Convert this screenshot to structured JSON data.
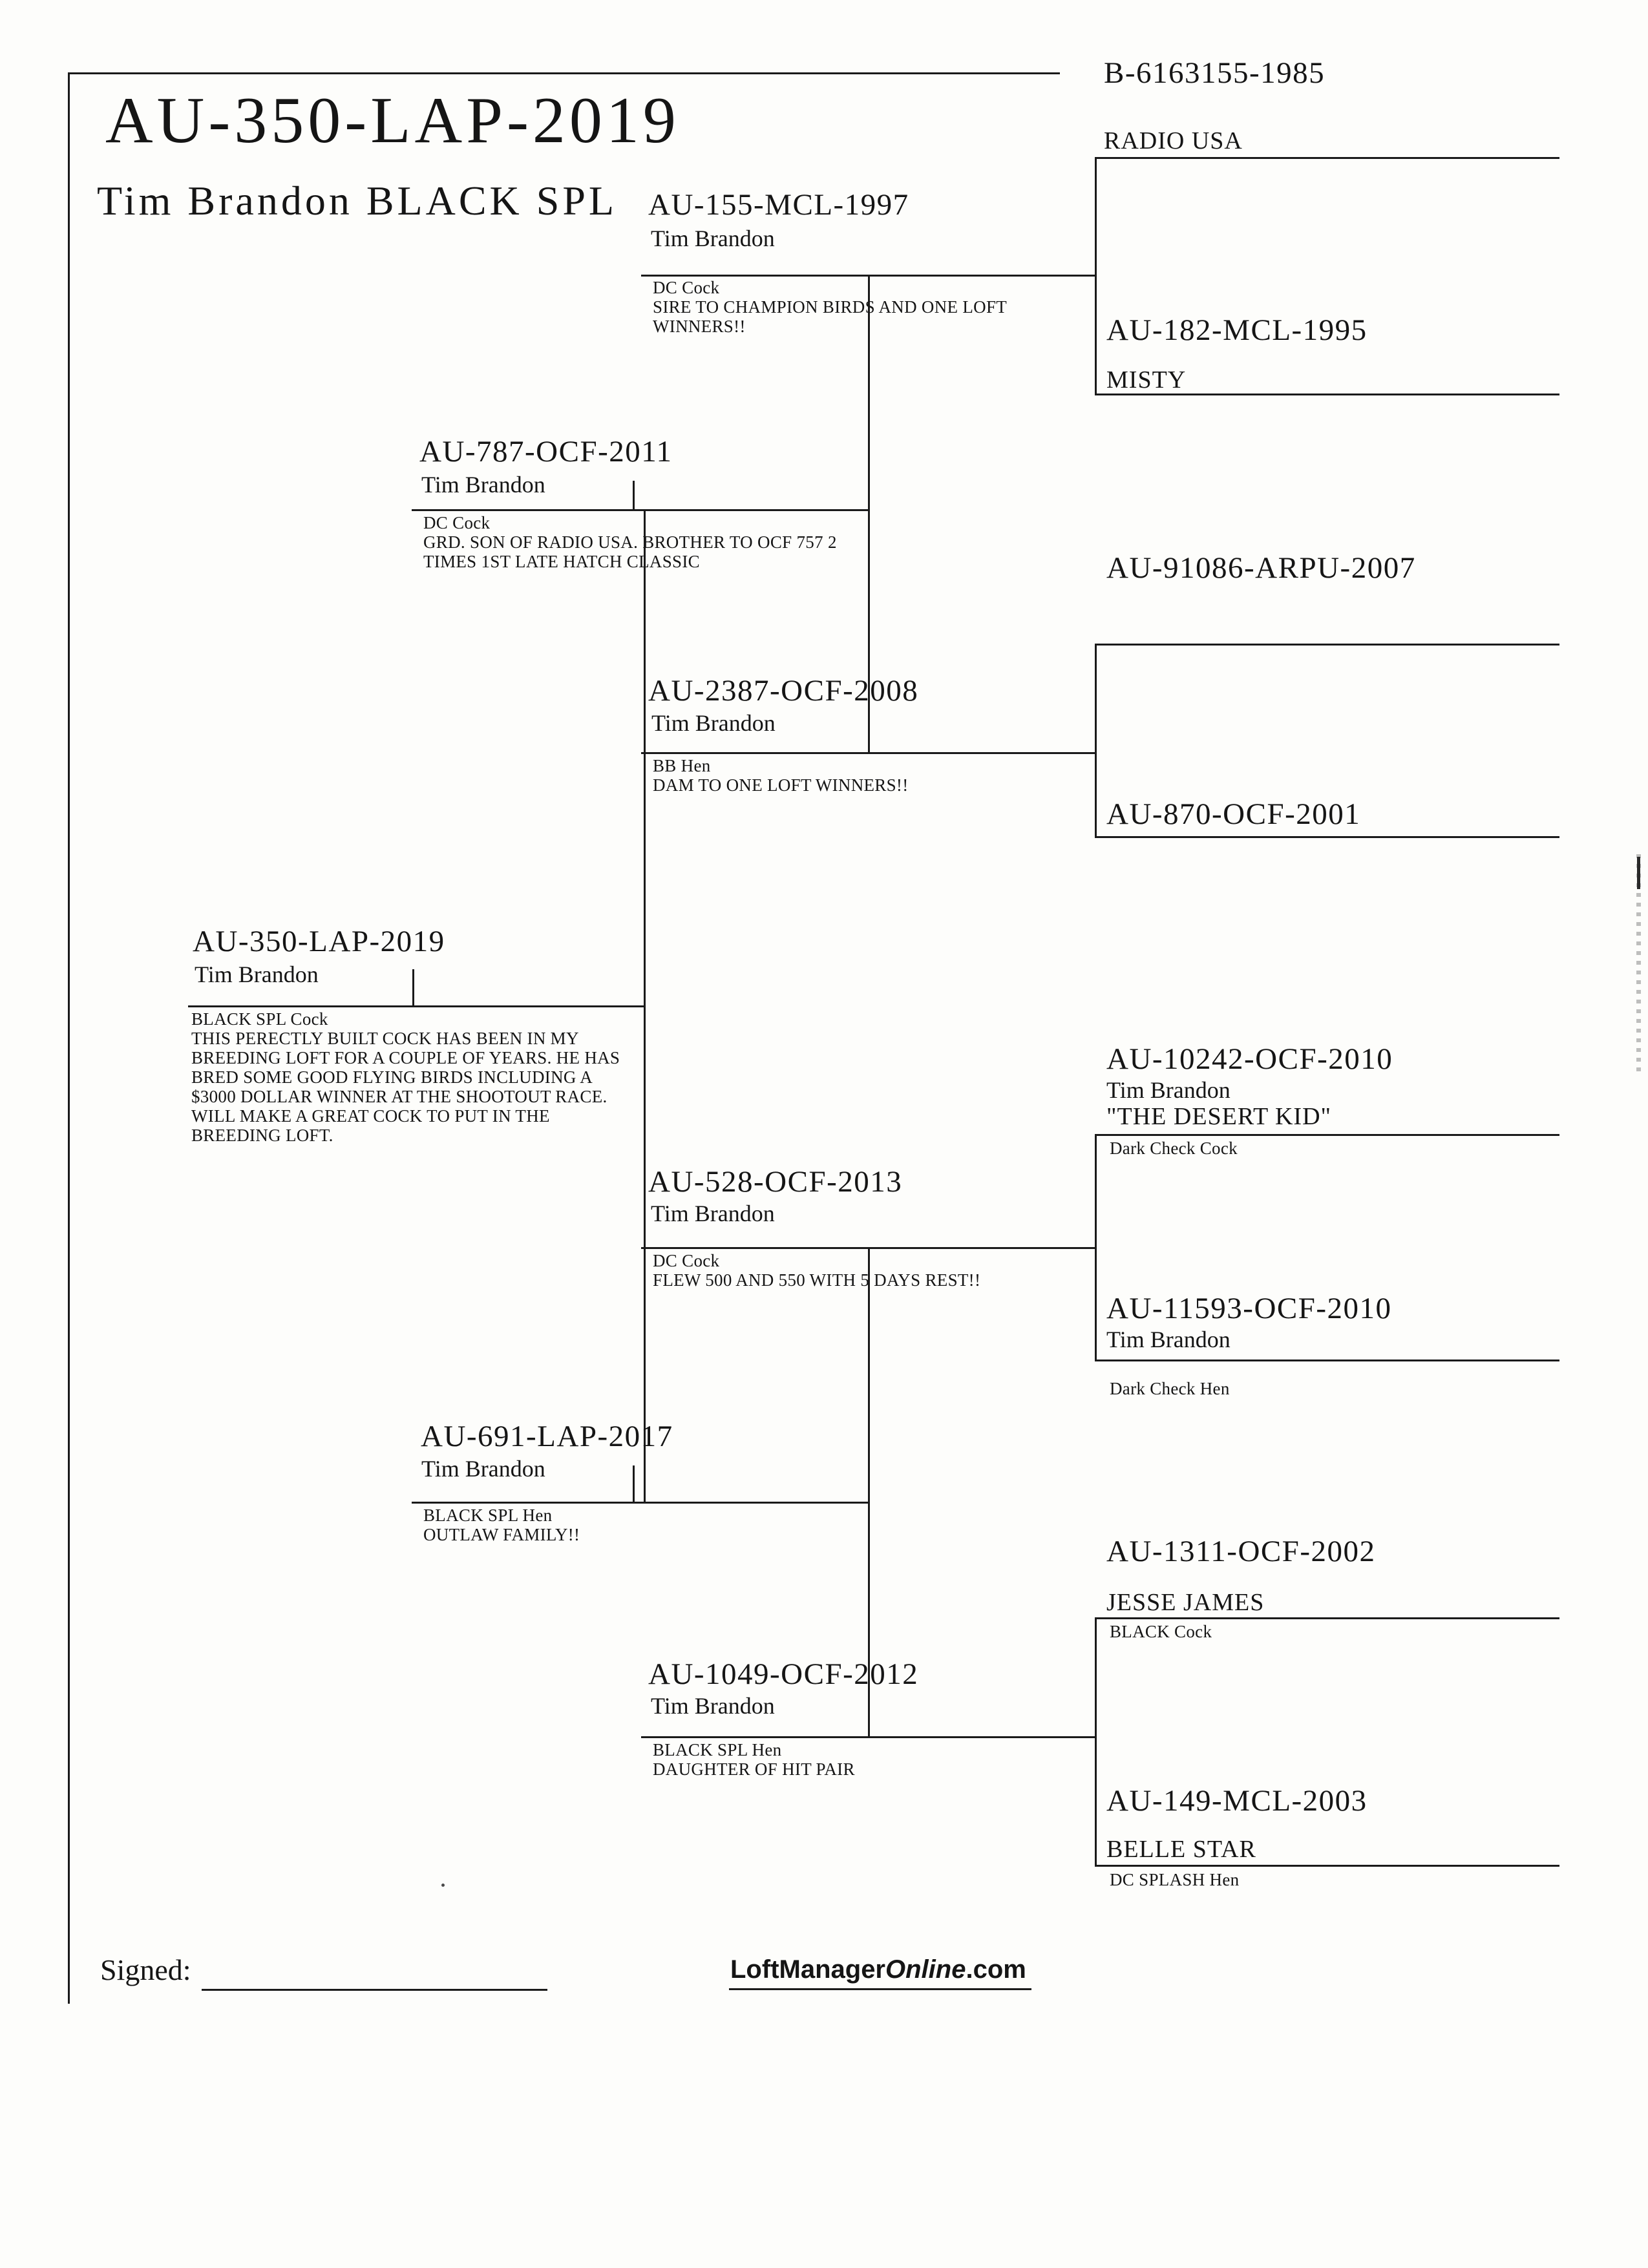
{
  "page": {
    "title": "AU-350-LAP-2019",
    "subtitle": "Tim Brandon BLACK SPL",
    "signed_label": "Signed:",
    "brand": {
      "prefix": "LoftManager",
      "italic": "Online",
      "suffix": ".com"
    }
  },
  "pedigree": {
    "subject": {
      "band": "AU-350-LAP-2019",
      "owner": "Tim Brandon",
      "color": "BLACK SPL Cock",
      "notes": [
        "THIS PERECTLY BUILT COCK HAS BEEN IN MY",
        "BREEDING LOFT FOR A COUPLE OF YEARS. HE HAS",
        "BRED SOME GOOD FLYING BIRDS INCLUDING A",
        "$3000 DOLLAR WINNER AT THE SHOOTOUT RACE.",
        "WILL MAKE A GREAT COCK TO PUT IN THE",
        "BREEDING LOFT."
      ]
    },
    "gen2": [
      {
        "band": "AU-787-OCF-2011",
        "owner": "Tim Brandon",
        "color": "DC Cock",
        "notes": [
          "GRD. SON OF RADIO USA. BROTHER TO OCF 757 2",
          "TIMES 1ST LATE HATCH CLASSIC"
        ]
      },
      {
        "band": "AU-691-LAP-2017",
        "owner": "Tim Brandon",
        "color": "BLACK SPL Hen",
        "notes": [
          "OUTLAW FAMILY!!"
        ]
      }
    ],
    "gen3": [
      {
        "band": "AU-155-MCL-1997",
        "owner": "Tim Brandon",
        "color": "DC Cock",
        "notes": [
          "SIRE TO CHAMPION BIRDS AND ONE LOFT",
          "WINNERS!!"
        ]
      },
      {
        "band": "AU-2387-OCF-2008",
        "owner": "Tim Brandon",
        "color": "BB Hen",
        "notes": [
          "DAM TO ONE LOFT WINNERS!!"
        ]
      },
      {
        "band": "AU-528-OCF-2013",
        "owner": "Tim Brandon",
        "color": "DC Cock",
        "notes": [
          "FLEW 500 AND 550 WITH 5 DAYS REST!!"
        ]
      },
      {
        "band": "AU-1049-OCF-2012",
        "owner": "Tim Brandon",
        "color": "BLACK SPL Hen",
        "notes": [
          "DAUGHTER OF HIT PAIR"
        ]
      }
    ],
    "gen4": [
      {
        "band": "B-6163155-1985",
        "name": "RADIO USA"
      },
      {
        "band": "AU-182-MCL-1995",
        "name": "MISTY"
      },
      {
        "band": "AU-91086-ARPU-2007"
      },
      {
        "band": "AU-870-OCF-2001"
      },
      {
        "band": "AU-10242-OCF-2010",
        "owner": "Tim Brandon",
        "name": "\"THE DESERT KID\"",
        "color": "Dark Check Cock"
      },
      {
        "band": "AU-11593-OCF-2010",
        "owner": "Tim Brandon",
        "color": "Dark Check Hen"
      },
      {
        "band": "AU-1311-OCF-2002",
        "name": "JESSE JAMES",
        "color": "BLACK Cock"
      },
      {
        "band": "AU-149-MCL-2003",
        "name": "BELLE STAR",
        "color": "DC SPLASH Hen"
      }
    ]
  }
}
